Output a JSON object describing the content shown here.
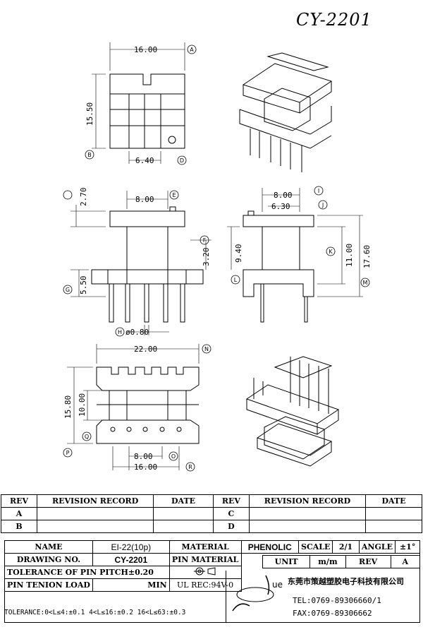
{
  "title": "CY-2201",
  "dims": {
    "top_width": "16.00",
    "top_height": "15.50",
    "top_pitch": "6.40",
    "side_flange_h": "2.70",
    "side_top_w": "8.00",
    "side_core_h": "3.20",
    "side_pin_h": "5.50",
    "pin_dia": "ø0.80",
    "end_top_w": "8.00",
    "end_core_w": "6.30",
    "end_h1": "9.40",
    "end_h2": "11.00",
    "end_h3": "17.60",
    "bottom_width": "22.00",
    "bottom_h1": "15.80",
    "bottom_h2": "10.00",
    "bottom_pitch": "8.00",
    "bottom_span": "16.00"
  },
  "refs": [
    "A",
    "B",
    "D",
    "E",
    "F",
    "G",
    "H",
    "I",
    "J",
    "K",
    "L",
    "M",
    "N",
    "O",
    "P",
    "Q",
    "R"
  ],
  "revision": {
    "headers": [
      "REV",
      "REVISION RECORD",
      "DATE",
      "REV",
      "REVISION RECORD",
      "DATE"
    ],
    "rows": [
      [
        "A",
        "",
        "",
        "C",
        "",
        ""
      ],
      [
        "B",
        "",
        "",
        "D",
        "",
        ""
      ]
    ]
  },
  "spec": {
    "name_label": "NAME",
    "name_value": "EI-22(10p)",
    "material_label": "MATERIAL",
    "material_value": "PHENOLIC",
    "scale_label": "SCALE",
    "scale_value": "2/1",
    "angle_label": "ANGLE",
    "angle_value": "±1°",
    "drawing_label": "DRAWING NO.",
    "drawing_value": "CY-2201",
    "pin_material_label": "PIN MATERIAL",
    "unit_label": "UNIT",
    "unit_value": "m/m",
    "rev_label": "REV",
    "rev_value": "A",
    "pitch_tol": "TOLERANCE OF PIN PITCH±0.20",
    "tension_label": "PIN TENION LOAD",
    "tension_min": "MIN",
    "ul_rec": "UL REC:94V-0",
    "tolerance": "TOLERANCE:0<L≤4:±0.1  4<L≤16:±0.2  16<L≤63:±0.3"
  },
  "company": {
    "name": "东莞市策越塑胶电子科技有限公司",
    "tel": "TEL:0769-89306660/1",
    "fax": "FAX:0769-89306662",
    "logo_text": "ue"
  }
}
